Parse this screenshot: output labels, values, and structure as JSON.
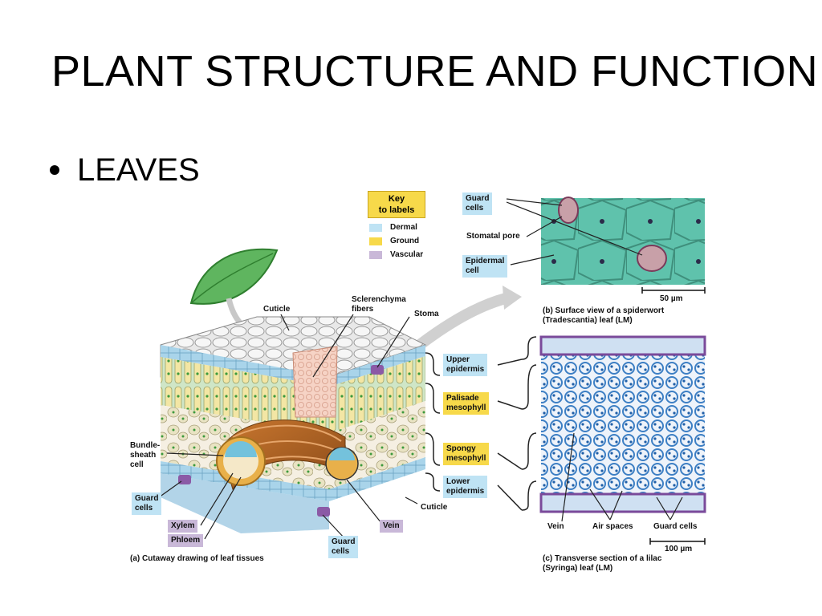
{
  "slide": {
    "title": "PLANT STRUCTURE AND FUNCTION",
    "bullet": "LEAVES"
  },
  "key": {
    "title": "Key\nto labels",
    "items": [
      {
        "label": "Dermal",
        "color": "#bfe3f4"
      },
      {
        "label": "Ground",
        "color": "#f7d94a"
      },
      {
        "label": "Vascular",
        "color": "#c9b8d8"
      }
    ]
  },
  "cutaway": {
    "labels": {
      "cuticle_top": "Cuticle",
      "sclerenchyma": "Sclerenchyma\nfibers",
      "stoma": "Stoma",
      "bundle_sheath": "Bundle-\nsheath\ncell",
      "guard_cells_left": "Guard\ncells",
      "xylem": "Xylem",
      "phloem": "Phloem",
      "guard_cells_bottom": "Guard\ncells",
      "vein": "Vein",
      "cuticle_bottom": "Cuticle"
    },
    "caption": "(a) Cutaway drawing of leaf tissues"
  },
  "tissue_labels": {
    "upper_epidermis": "Upper\nepidermis",
    "palisade": "Palisade\nmesophyll",
    "spongy": "Spongy\nmesophyll",
    "lower_epidermis": "Lower\nepidermis"
  },
  "surface_view": {
    "labels": {
      "guard_cells": "Guard\ncells",
      "stomatal_pore": "Stomatal pore",
      "epidermal_cell": "Epidermal\ncell"
    },
    "scale": "50 µm",
    "caption": "(b) Surface view of a spiderwort\n(Tradescantia) leaf (LM)"
  },
  "transverse": {
    "labels": {
      "vein": "Vein",
      "air_spaces": "Air spaces",
      "guard_cells": "Guard cells"
    },
    "scale": "100 µm",
    "caption": "(c) Transverse section of a lilac\n(Syringa) leaf (LM)"
  }
}
